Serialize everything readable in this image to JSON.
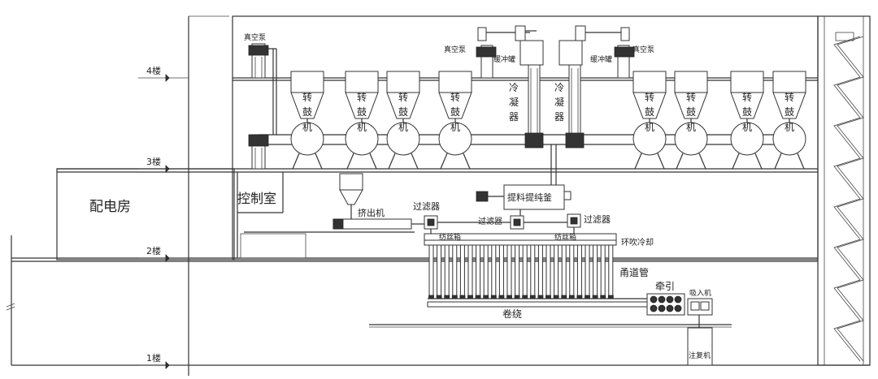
{
  "floors": {
    "f4": "4楼",
    "f3": "3楼",
    "f2": "2楼",
    "f1": "1楼"
  },
  "rooms": {
    "power": "配电房",
    "control": "控制室"
  },
  "equipment": {
    "vacuum_pump": "真空泵",
    "buffer_tank": "缓冲罐",
    "drum_char_1": "转",
    "drum_char_2": "鼓",
    "drum_char_3": "机",
    "condenser_chars": [
      "冷",
      "凝",
      "器"
    ],
    "extract_purify": "提料提纯釜",
    "extruder": "挤出机",
    "filter": "过滤器",
    "spinneret": "纺丝箱",
    "quench": "环吹冷却",
    "channel": "甬道管",
    "traction": "牵引",
    "winding": "卷绕",
    "suction": "吸入机",
    "recycle": "注复机"
  }
}
